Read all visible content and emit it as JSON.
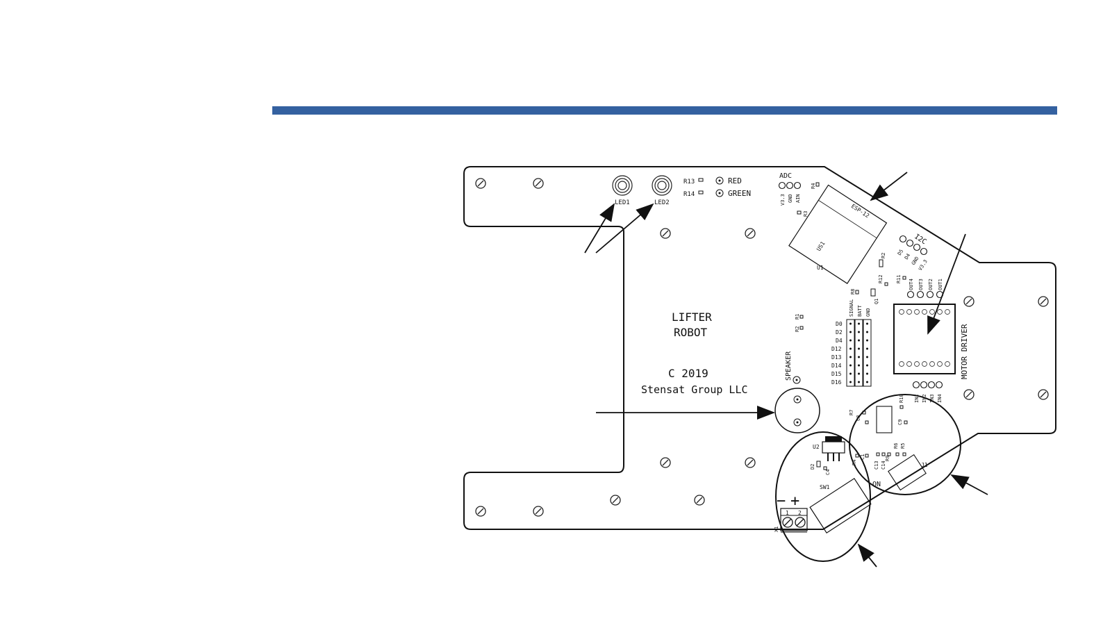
{
  "board": {
    "title_line1": "LIFTER",
    "title_line2": "ROBOT",
    "copyright": "C 2019",
    "company": "Stensat Group LLC"
  },
  "labels": {
    "led1": "LED1",
    "led2": "LED2",
    "r13": "R13",
    "r14": "R14",
    "red": "RED",
    "green": "GREEN",
    "adc": "ADC",
    "adc_v33": "V3.3",
    "adc_gnd": "GND",
    "adc_ain": "AIN",
    "r4": "R4",
    "r3": "R3",
    "esp": "ESP-12",
    "us1": "US1",
    "u1": "U1",
    "i2c": "I2C",
    "d5": "D5",
    "d4": "D4",
    "i2c_gnd": "GND",
    "i2c_v33": "V3.3",
    "r2": "R2",
    "r12": "R12",
    "r11": "R11",
    "q1": "Q1",
    "r8": "R8",
    "out4": "OUT4",
    "out3": "OUT3",
    "out2": "OUT2",
    "out1": "OUT1",
    "signal": "SIGNAL",
    "batt": "BATT",
    "gnd": "GND",
    "r1": "R1",
    "r2b": "R2",
    "d0": "D0",
    "d2": "D2",
    "d4b": "D4",
    "d12": "D12",
    "d13": "D13",
    "d14": "D14",
    "d15": "D15",
    "d16": "D16",
    "speaker": "SPEAKER",
    "motor_driver": "MOTOR DRIVER",
    "in1": "IN1",
    "in2": "IN2",
    "in3": "IN3",
    "in4": "IN4",
    "r10": "R10",
    "r7": "R7",
    "c8": "C8",
    "c9": "C9",
    "r6": "R6",
    "r5": "R5",
    "r9": "R9",
    "c13": "C13",
    "c14": "C14",
    "c1": "C1",
    "j1": "J1",
    "u2": "U2",
    "d2b": "D2",
    "c4": "C4",
    "r4b": "R4",
    "sw1": "SW1",
    "on": "ON",
    "minus": "−",
    "plus": "+",
    "x1": "X1",
    "pin1": "1",
    "pin2": "2"
  },
  "colors": {
    "header_bar": "#3461a0",
    "ink": "#111111"
  }
}
